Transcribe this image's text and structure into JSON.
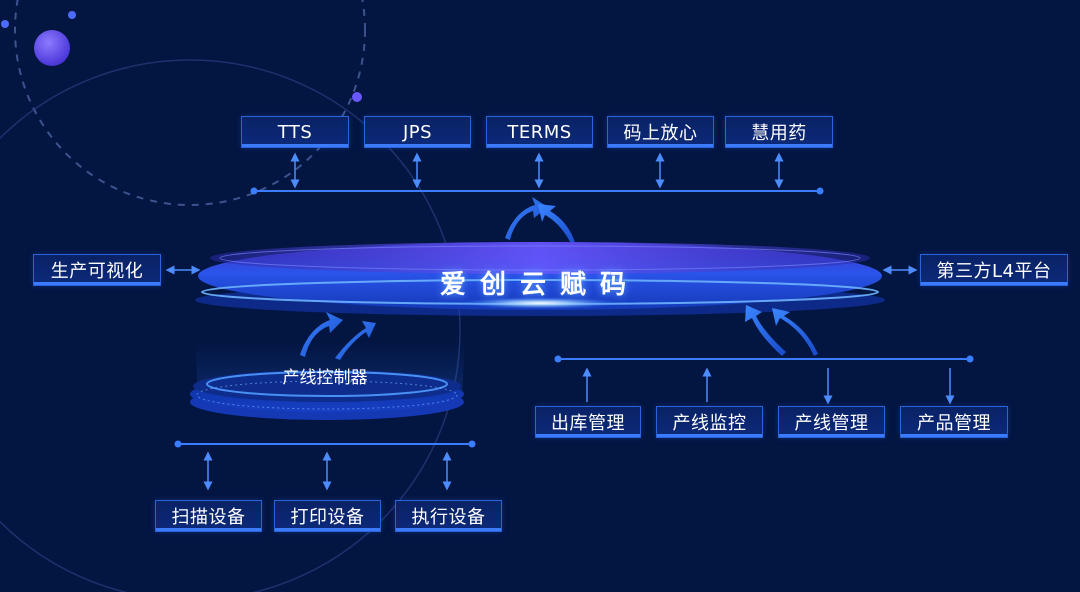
{
  "top_systems": [
    "TTS",
    "JPS",
    "TERMS",
    "码上放心",
    "慧用药"
  ],
  "left_system": "生产可视化",
  "right_system": "第三方L4平台",
  "center_platform": "爱创云赋码",
  "controller": "产线控制器",
  "bottom_right_modules": [
    "出库管理",
    "产线监控",
    "产线管理",
    "产品管理"
  ],
  "devices": [
    "扫描设备",
    "打印设备",
    "执行设备"
  ],
  "colors": {
    "background": "#031541",
    "box_border": "#2b63d9",
    "line": "#2f74ff",
    "platform_glow": "#3d6bff"
  }
}
